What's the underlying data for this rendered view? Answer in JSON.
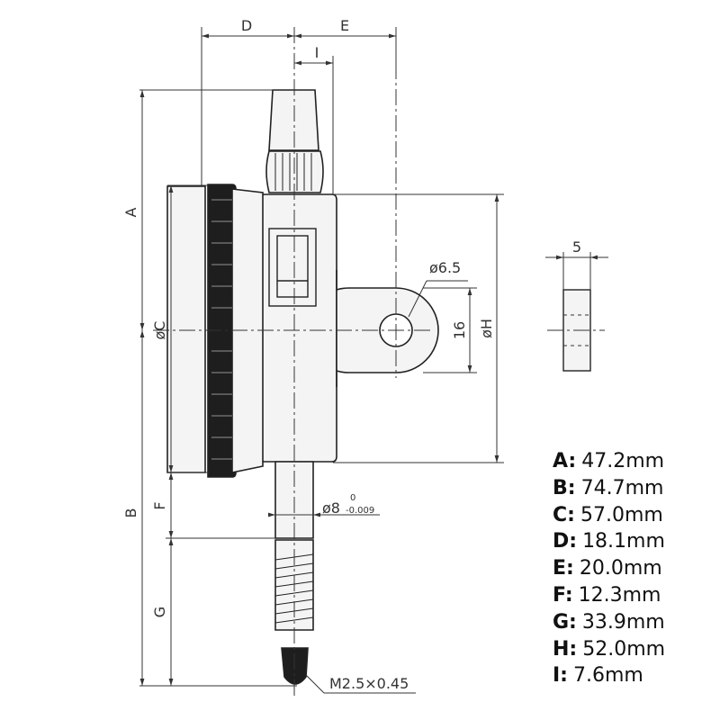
{
  "colors": {
    "line": "#222222",
    "body": "#f4f4f4",
    "dim": "#333333"
  },
  "labels": {
    "D": "D",
    "E": "E",
    "I": "I",
    "A": "A",
    "B": "B",
    "phiC": "øC",
    "F": "F",
    "G": "G",
    "phiH": "øH",
    "hole": "ø6.5",
    "sixteen": "16",
    "five": "5",
    "stem_main": "ø8",
    "stem_upper": "0",
    "stem_lower": "-0.009",
    "thread": "M2.5×0.45"
  },
  "specs": [
    {
      "key": "A:",
      "value": "47.2mm"
    },
    {
      "key": "B:",
      "value": "74.7mm"
    },
    {
      "key": "C:",
      "value": "57.0mm"
    },
    {
      "key": "D:",
      "value": "18.1mm"
    },
    {
      "key": "E:",
      "value": "20.0mm"
    },
    {
      "key": "F:",
      "value": "12.3mm"
    },
    {
      "key": "G:",
      "value": "33.9mm"
    },
    {
      "key": "H:",
      "value": "52.0mm"
    },
    {
      "key": "I:",
      "value": "7.6mm"
    }
  ]
}
